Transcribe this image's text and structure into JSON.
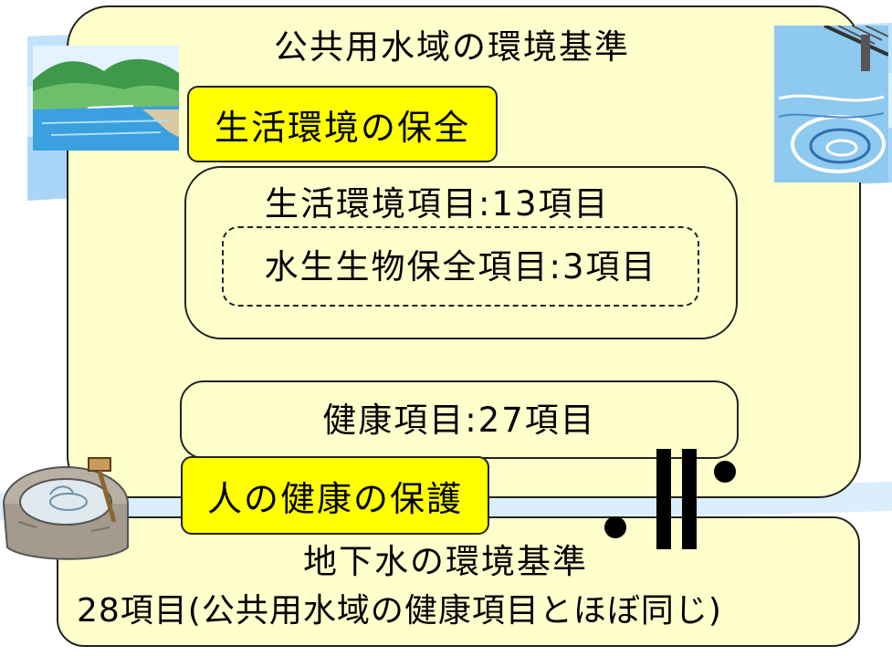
{
  "public_water": {
    "title": "公共用水域の環境基準",
    "living_env_label": "生活環境の保全",
    "living_items": "生活環境項目:13項目",
    "aquatic_items": "水生生物保全項目:3項目",
    "health_items": "健康項目:27項目"
  },
  "human_health_label": "人の健康の保護",
  "groundwater": {
    "title": "地下水の環境基準",
    "items": "28項目(公共用水域の健康項目とほぼ同じ)"
  },
  "colors": {
    "box_fill": "#ffffcc",
    "label_fill": "#ffff00",
    "wave_fill": "#b8dcf7",
    "wave_edge": "#5fb0f0"
  },
  "icons": [
    "lake-illustration",
    "whirlpool-illustration",
    "stone-basin-illustration"
  ]
}
